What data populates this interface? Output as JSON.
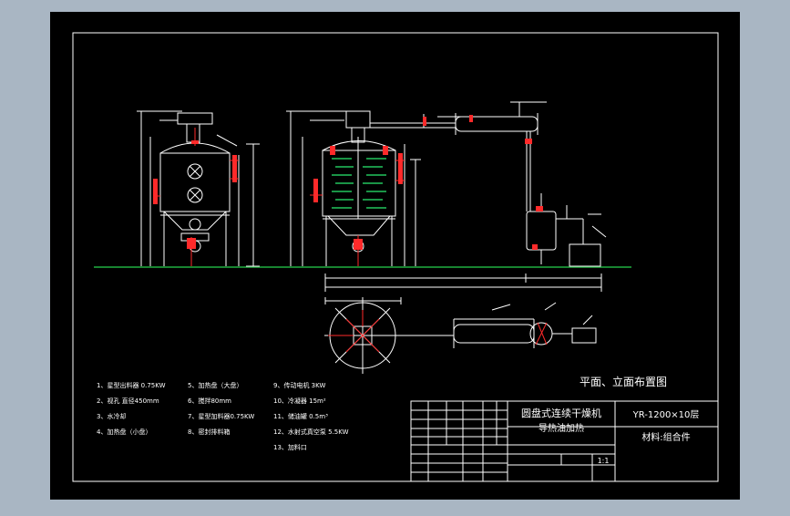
{
  "colors": {
    "viewport_bg": "#a9b6c3",
    "sheet_bg": "#000000",
    "line": "#ffffff",
    "accent_red": "#ff2a2a",
    "accent_green": "#22c55e",
    "ground": "#20b040"
  },
  "drawing": {
    "plan_elevation_title": "平面、立面布置图",
    "title_block": {
      "product_name_line1": "圆盘式连续干燥机",
      "product_name_line2": "导热油加热",
      "model": "YR-1200×10层",
      "material": "材料:组合件",
      "scale": "1:1"
    },
    "legend": [
      "1、星型出料器 0.75KW",
      "2、视孔 直径450mm",
      "3、水冷却",
      "4、加热盘（小盘）",
      "5、加热盘（大盘）",
      "6、搅拌80mm",
      "7、星型加料器0.75KW",
      "8、密封排料箱",
      "9、传动电机 3KW",
      "10、冷凝器 15m²",
      "11、储油罐 0.5m³",
      "12、水射式真空泵 5.5KW",
      "13、加料口"
    ]
  }
}
